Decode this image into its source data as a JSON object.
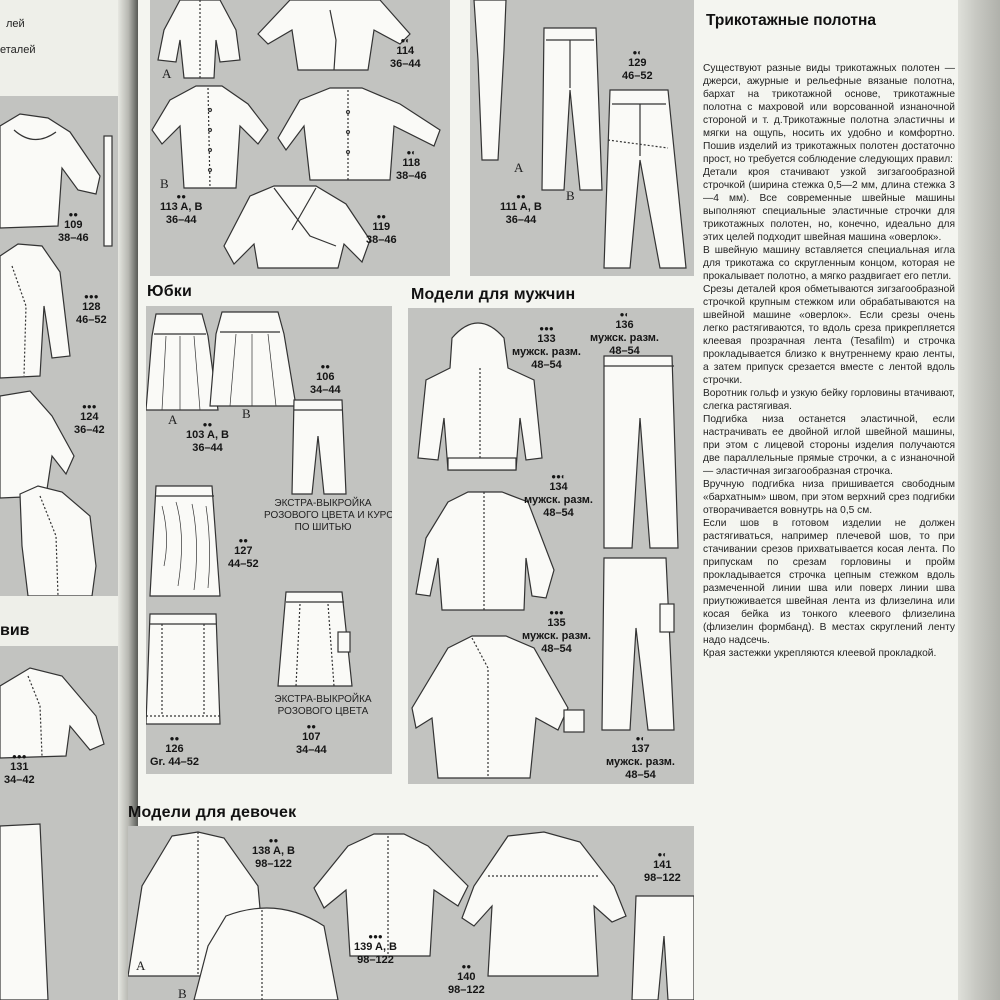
{
  "left_page": {
    "fragments": [
      "лей",
      "еталей"
    ],
    "heading_fragment": "вив",
    "labels": [
      {
        "dots": "●●",
        "line1": "109",
        "line2": "38–46"
      },
      {
        "dots": "●●●",
        "line1": "128",
        "line2": "46–52"
      },
      {
        "dots": "●●●",
        "line1": "124",
        "line2": "36–42"
      },
      {
        "dots": "●●●",
        "line1": "131",
        "line2": "34–42"
      }
    ]
  },
  "tops_section": {
    "letters": [
      "A",
      "B"
    ],
    "labels": [
      {
        "dots": "●◐",
        "line1": "114",
        "line2": "36–44"
      },
      {
        "dots": "●◐",
        "line1": "118",
        "line2": "38–46"
      },
      {
        "dots": "●●",
        "line1": "113 A, B",
        "line2": "36–44"
      },
      {
        "dots": "●●",
        "line1": "119",
        "line2": "38–46"
      }
    ]
  },
  "trousers_section": {
    "letters": [
      "A",
      "B"
    ],
    "labels": [
      {
        "dots": "●◐",
        "line1": "129",
        "line2": "46–52"
      },
      {
        "dots": "●●",
        "line1": "111 A, B",
        "line2": "36–44"
      }
    ]
  },
  "skirts_section": {
    "title": "Юбки",
    "letters": [
      "A",
      "B"
    ],
    "labels": [
      {
        "dots": "●●",
        "line1": "103 A, B",
        "line2": "36–44"
      },
      {
        "dots": "●●",
        "line1": "106",
        "line2": "34–44"
      },
      {
        "dots": "●●",
        "line1": "127",
        "line2": "44–52"
      },
      {
        "dots": "●●",
        "line1": "126",
        "line2": "Gr. 44–52"
      },
      {
        "dots": "●●",
        "line1": "107",
        "line2": "34–44"
      }
    ],
    "note1": [
      "ЭКСТРА-ВЫКРОЙКА",
      "РОЗОВОГО ЦВЕТА И КУРС",
      "ПО ШИТЬЮ"
    ],
    "note2": [
      "ЭКСТРА-ВЫКРОЙКА",
      "РОЗОВОГО ЦВЕТА"
    ]
  },
  "men_section": {
    "title": "Модели для мужчин",
    "labels": [
      {
        "dots": "●●●",
        "line1": "133",
        "line2": "мужск. разм.",
        "line3": "48–54"
      },
      {
        "dots": "●◐",
        "line1": "136",
        "line2": "мужск. разм.",
        "line3": "48–54"
      },
      {
        "dots": "●●◐",
        "line1": "134",
        "line2": "мужск. разм.",
        "line3": "48–54"
      },
      {
        "dots": "●●●",
        "line1": "135",
        "line2": "мужск. разм.",
        "line3": "48–54"
      },
      {
        "dots": "●◐",
        "line1": "137",
        "line2": "мужск. разм.",
        "line3": "48–54"
      }
    ]
  },
  "girls_section": {
    "title": "Модели для девочек",
    "letters": [
      "A",
      "B"
    ],
    "labels": [
      {
        "dots": "●●",
        "line1": "138 A, B",
        "line2": "98–122"
      },
      {
        "dots": "●●●",
        "line1": "139 A, B",
        "line2": "98–122"
      },
      {
        "dots": "●●",
        "line1": "140",
        "line2": "98–122"
      },
      {
        "dots": "●◐",
        "line1": "141",
        "line2": "98–122"
      }
    ]
  },
  "article": {
    "title": "Трикотажные полотна",
    "paragraphs": [
      "Существуют разные виды трикотажных полотен — джерси, ажурные и рельефные вязаные полотна, бархат на трикотажной основе, трикотажные полотна с махровой или ворсованной изнаночной стороной и т. д.Трикотажные полотна эластичны и мягки на ощупь, носить их удобно и комфортно. Пошив изделий из трикотажных полотен достаточно прост, но требуется соблюдение следующих правил:",
      "Детали кроя стачивают узкой зигзагообразной строчкой (ширина стежка 0,5—2 мм, длина стежка 3—4 мм). Все современные швейные машины выполняют специальные эластичные строчки для трикотажных полотен, но, конечно, идеально для этих целей подходит швейная машина «оверлок».",
      "В швейную машину вставляется специальная игла для трикотажа со скругленным концом, которая не прокалывает полотно, а мягко раздвигает его петли.",
      "Срезы деталей кроя обметываются зигзагообразной строчкой крупным стежком или обрабатываются на швейной машине «оверлок». Если срезы очень легко растягиваются, то вдоль среза прикрепляется клеевая прозрачная лента (Tesafilm) и строчка прокладывается близко к внутреннему краю ленты, а затем припуск срезается вместе с лентой вдоль строчки.",
      "Воротник гольф и узкую бейку горловины втачивают, слегка растягивая.",
      "Подгибка низа останется эластичной, если настрачивать ее двойной иглой швейной машины, при этом с лицевой стороны изделия получаются две параллельные прямые строчки, а с изнаночной — эластичная зигзагообразная строчка.",
      "Вручную подгибка низа пришивается свободным «бархатным» швом, при этом верхний срез подгибки отворачивается вовнутрь на 0,5 см.",
      "Если шов в готовом изделии не должен растягиваться, например плечевой шов, то при стачивании срезов прихватывается косая лента. По припускам по срезам горловины и пройм прокладывается строчка цепным стежком вдоль размеченной линии шва или поверх линии шва приутюживается швейная лента из флизелина или косая бейка из тонкого клеевого флизелина (флизелин формбанд). В местах скруглений ленту надо надсечь.",
      "Края застежки укрепляются клеевой прокладкой."
    ]
  }
}
